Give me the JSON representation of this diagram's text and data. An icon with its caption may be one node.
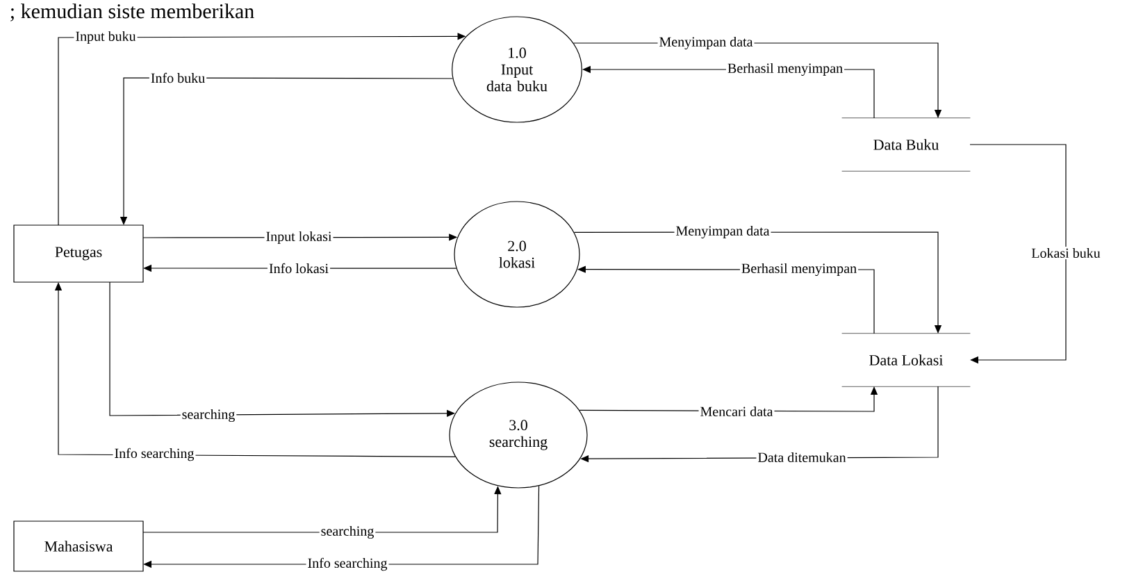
{
  "diagram": {
    "nodes": [
      {
        "text": [
          "Petugas"
        ]
      },
      {
        "text": [
          "1.0",
          "Input data buku"
        ]
      },
      {
        "text": [
          "2.0",
          "lokasi"
        ]
      },
      {
        "text": [
          "3.0",
          "searching"
        ]
      },
      {
        "text": [
          "Data Buku"
        ]
      },
      {
        "text": [
          "Data Lokasi"
        ]
      },
      {
        "text": [
          "Mahasiswa"
        ]
      }
    ],
    "edges": [
      {
        "from": 0,
        "to": 1,
        "arrow": "to",
        "label": "Input buku"
      },
      {
        "from": 1,
        "to": 0,
        "arrow": "to",
        "label": "Info buku"
      },
      {
        "from": 0,
        "to": 2,
        "arrow": "to",
        "label": "Input lokasi"
      },
      {
        "from": 2,
        "to": 0,
        "arrow": "to",
        "label": "Info lokasi"
      },
      {
        "from": 0,
        "to": 3,
        "arrow": "to",
        "label": "searching"
      },
      {
        "from": 3,
        "to": 0,
        "arrow": "to",
        "label": "Info searching"
      },
      {
        "from": 6,
        "to": 3,
        "arrow": "to",
        "label": "searching"
      },
      {
        "from": 3,
        "to": 6,
        "arrow": "to",
        "label": "Info searching"
      },
      {
        "from": 1,
        "to": 4,
        "arrow": "to",
        "label": "Menyimpan data"
      },
      {
        "from": 4,
        "to": 1,
        "arrow": "to",
        "label": "Berhasil menyimpan"
      },
      {
        "from": 2,
        "to": 5,
        "arrow": "to",
        "label": "Menyimpan data"
      },
      {
        "from": 5,
        "to": 2,
        "arrow": "to",
        "label": "Berhasil menyimpan"
      },
      {
        "from": 3,
        "to": 5,
        "arrow": "to",
        "label": "Mencari data"
      },
      {
        "from": 5,
        "to": 3,
        "arrow": "to",
        "label": "Data ditemukan"
      },
      {
        "from": 4,
        "to": 5,
        "arrow": "to",
        "label": "Lokasi buku"
      }
    ],
    "labels": [
      "; kemudian siste memberikan"
    ]
  }
}
